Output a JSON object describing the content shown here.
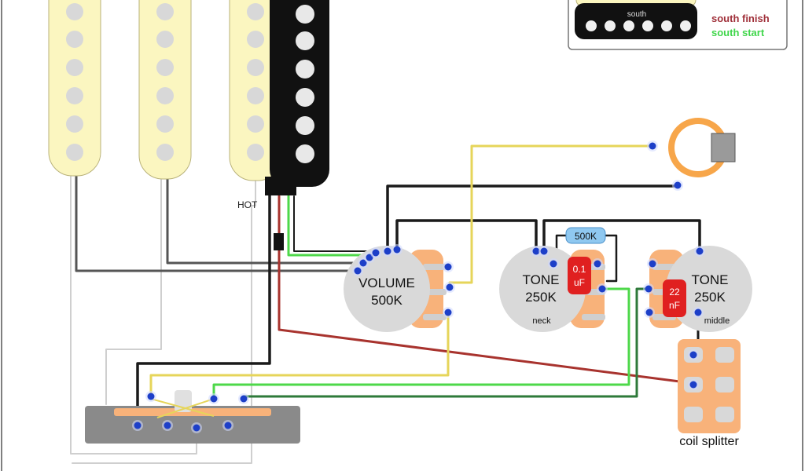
{
  "legend": {
    "bucker_label": "south",
    "finish_label": "south finish",
    "start_label": "south start",
    "finish_color": "#a0303a",
    "start_color": "#3fd64a"
  },
  "labels": {
    "hot": "HOT",
    "volume_line1": "VOLUME",
    "volume_line2": "500K",
    "tone1_line1": "TONE",
    "tone1_line2": "250K",
    "tone1_sub": "neck",
    "tone2_line1": "TONE",
    "tone2_line2": "250K",
    "tone2_sub": "middle",
    "cap1_line1": "0.1",
    "cap1_line2": "uF",
    "cap2_line1": "22",
    "cap2_line2": "nF",
    "resistor": "500K",
    "coil_splitter": "coil splitter"
  },
  "colors": {
    "pickup_cream": "#fbf6c0",
    "pole": "#d8d8d8",
    "pot_grey": "#d9d9d9",
    "lug_orange": "#f8b27a",
    "cap_red": "#e02020",
    "resistor_blue": "#8fc8f0",
    "solder_blue": "#1d3fc8",
    "wire_black": "#1a1a1a",
    "wire_grey": "#555555",
    "wire_yellow": "#e6d55a",
    "wire_green": "#4ed84a",
    "wire_darkgreen": "#2e7a3a",
    "wire_red": "#a8332e",
    "wire_white": "#d0d0d0"
  }
}
